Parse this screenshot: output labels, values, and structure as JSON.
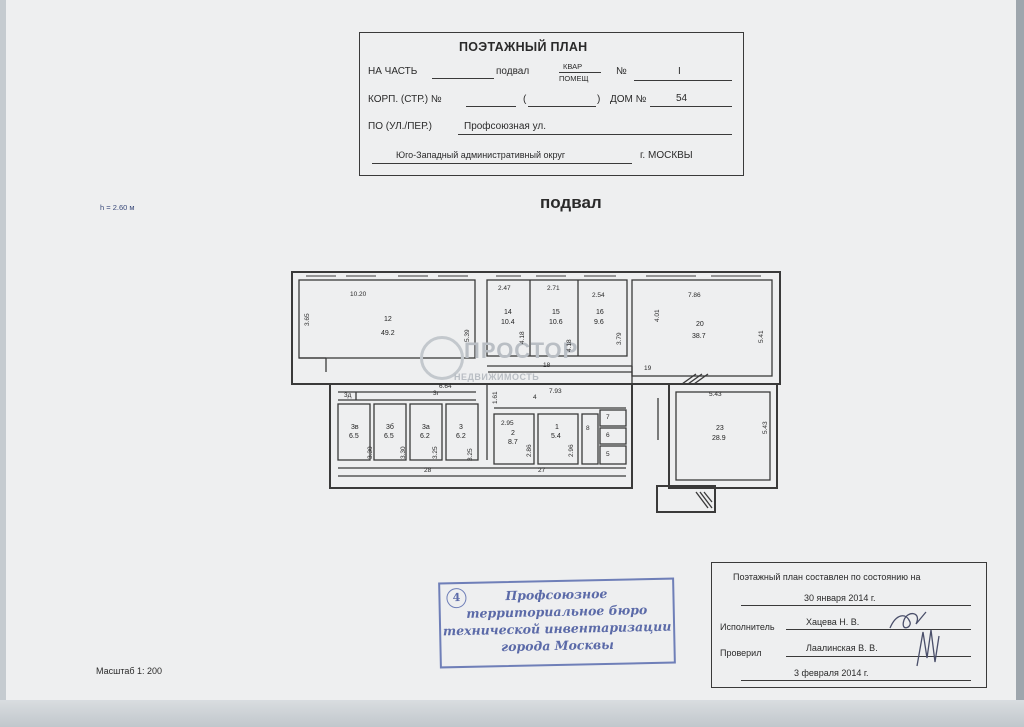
{
  "header": {
    "title": "ПОЭТАЖНЫЙ ПЛАН",
    "part_label": "НА ЧАСТЬ",
    "part_value": "подвал",
    "kvar_top": "КВАР",
    "kvar_bottom": "ПОМЕЩ",
    "number_label": "№",
    "number_value": "I",
    "korp_label": "КОРП. (СТР.) №",
    "korp_paren_open": "(",
    "korp_paren_close": ")",
    "house_label": "ДОМ №",
    "house_value": "54",
    "street_label": "ПО (УЛ./ПЕР.)",
    "street_value": "Профсоюзная ул.",
    "district_value": "Юго-Западный административный округ",
    "city_value": "г. МОСКВЫ"
  },
  "floor": {
    "height_note": "h = 2.60 м",
    "title": "подвал",
    "scale": "Масштаб 1: 200"
  },
  "rooms": [
    {
      "num": "12",
      "area": "49.2"
    },
    {
      "num": "14",
      "area": "10.4"
    },
    {
      "num": "15",
      "area": "10.6"
    },
    {
      "num": "16",
      "area": "9.6"
    },
    {
      "num": "20",
      "area": "38.7"
    },
    {
      "num": "23",
      "area": "28.9"
    },
    {
      "num": "3в",
      "area": "6.5"
    },
    {
      "num": "3б",
      "area": "6.5"
    },
    {
      "num": "3а",
      "area": "6.2"
    },
    {
      "num": "3",
      "area": "6.2"
    },
    {
      "num": "2",
      "area": "8.7"
    },
    {
      "num": "1",
      "area": "5.4"
    }
  ],
  "labels": {
    "d1020": "10.20",
    "d365": "3.65",
    "d539": "5.39",
    "d247": "2.47",
    "d271": "2.71",
    "d254": "2.54",
    "d418a": "4.18",
    "d418b": "4.18",
    "d379": "3.79",
    "d401": "4.01",
    "d786": "7.86",
    "d541": "5.41",
    "r18": "18",
    "r19": "19",
    "r3g": "3г",
    "d664": "6.64",
    "r3d": "3д",
    "d161": "1.61",
    "r4": "4",
    "d793": "7.93",
    "d543a": "5.43",
    "d543b": "5.43",
    "d295": "2.95",
    "r8": "8",
    "r7": "7",
    "r6": "6",
    "r5": "5",
    "d330a": "3.30",
    "d330b": "3.30",
    "d325a": "3.25",
    "d325b": "3.25",
    "d286": "2.86",
    "d296": "2.96",
    "r28": "28",
    "r27": "27"
  },
  "stamp": {
    "circle_num": "4",
    "line1": "Профсоюзное",
    "line2": "территориальное бюро",
    "line3": "технической инвентаризации",
    "line4": "города Москвы"
  },
  "info": {
    "line1": "Поэтажный план составлен по состоянию на",
    "date1": "30 января 2014 г.",
    "executor_label": "Исполнитель",
    "executor_value": "Хацева Н. В.",
    "checker_label": "Проверил",
    "checker_value": "Лаалинская В. В.",
    "date2": "3 февраля 2014 г."
  },
  "watermark": {
    "main": "ПРОСТОР",
    "sub": "НЕДВИЖИМОСТЬ"
  },
  "colors": {
    "paper": "#eeeff0",
    "ink": "#2a2a2a",
    "stamp": "#5b6aa8"
  }
}
